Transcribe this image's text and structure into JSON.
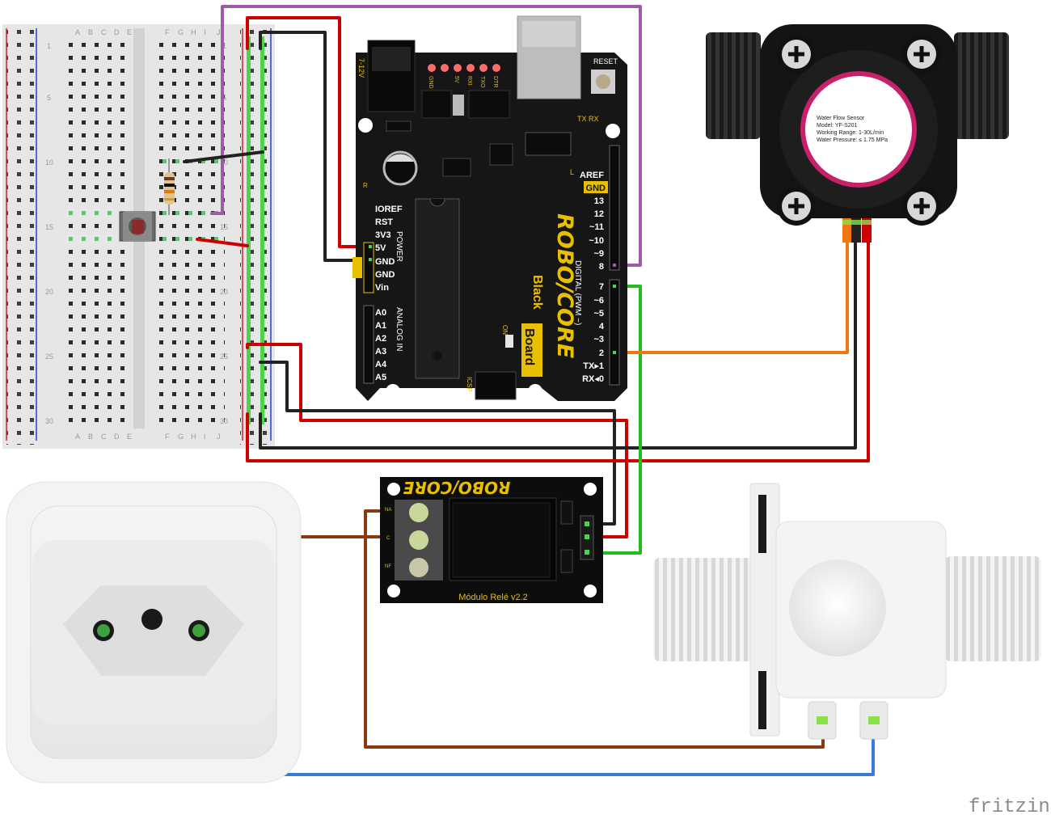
{
  "breadboard": {
    "col_letters_left": [
      "A",
      "B",
      "C",
      "D",
      "E"
    ],
    "col_letters_right": [
      "F",
      "G",
      "H",
      "I",
      "J"
    ],
    "row_numbers": [
      "1",
      "5",
      "10",
      "15",
      "20",
      "25",
      "30"
    ]
  },
  "board": {
    "power_label": "7-12V",
    "reset_label": "RESET",
    "status_pins": [
      "GND",
      "5V",
      "RXI",
      "TXO",
      "DTR"
    ],
    "txrx_label": "TX RX",
    "l_label": "L",
    "r_label": "R",
    "on_label": "ON",
    "icsp_label": "ICSP",
    "brand_name": "ROBO/CORE",
    "brand_sub1": "Black",
    "brand_sub2": "Board",
    "power_header": "POWER",
    "analog_header": "ANALOG IN",
    "digital_header": "DIGITAL (PWM ~)",
    "power_pins": [
      "IOREF",
      "RST",
      "3V3",
      "5V",
      "GND",
      "GND",
      "Vin"
    ],
    "analog_pins": [
      "A0",
      "A1",
      "A2",
      "A3",
      "A4",
      "A5"
    ],
    "digital_pins_top": [
      "AREF",
      "GND",
      "13",
      "12",
      "~11",
      "~10",
      "~9",
      "8"
    ],
    "digital_pins_bottom": [
      "7",
      "~6",
      "~5",
      "4",
      "~3",
      "2",
      "TX▸1",
      "RX◂0"
    ]
  },
  "sensor": {
    "line1": "Water Flow Sensor",
    "line2": "Model: YF-S201",
    "line3": "Working Range: 1-30L/min",
    "line4": "Water Pressure: ≤ 1.75 MPa"
  },
  "relay": {
    "brand": "ROBO/CORE",
    "footer": "Módulo Relé v2.2",
    "terminal_labels": [
      "NA",
      "C",
      "NF"
    ]
  },
  "footer": {
    "brand": "fritzing"
  },
  "colors": {
    "wire_red": "#cc0000",
    "wire_black": "#222222",
    "wire_purple": "#a05aaa",
    "wire_green": "#22bb22",
    "wire_orange": "#ee7711",
    "wire_brown": "#8b3a10",
    "wire_blue": "#3a7ad8",
    "board_black": "#161616",
    "board_yellow": "#e8c000",
    "header_yellow": "#e0b000"
  }
}
